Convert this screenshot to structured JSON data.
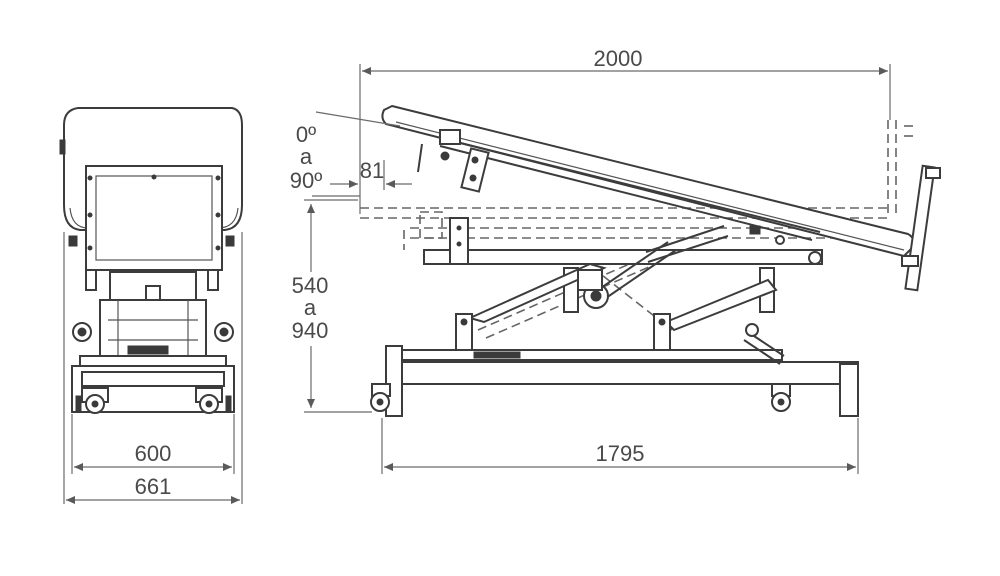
{
  "dimensions": {
    "front_inner_width": "600",
    "front_outer_width": "661",
    "side_length_top": "2000",
    "side_length_base": "1795",
    "backrest_angle_line1": "0º",
    "backrest_angle_line2": "a",
    "backrest_angle_line3": "90º",
    "offset": "81",
    "height_line1": "540",
    "height_line2": "a",
    "height_line3": "940"
  }
}
